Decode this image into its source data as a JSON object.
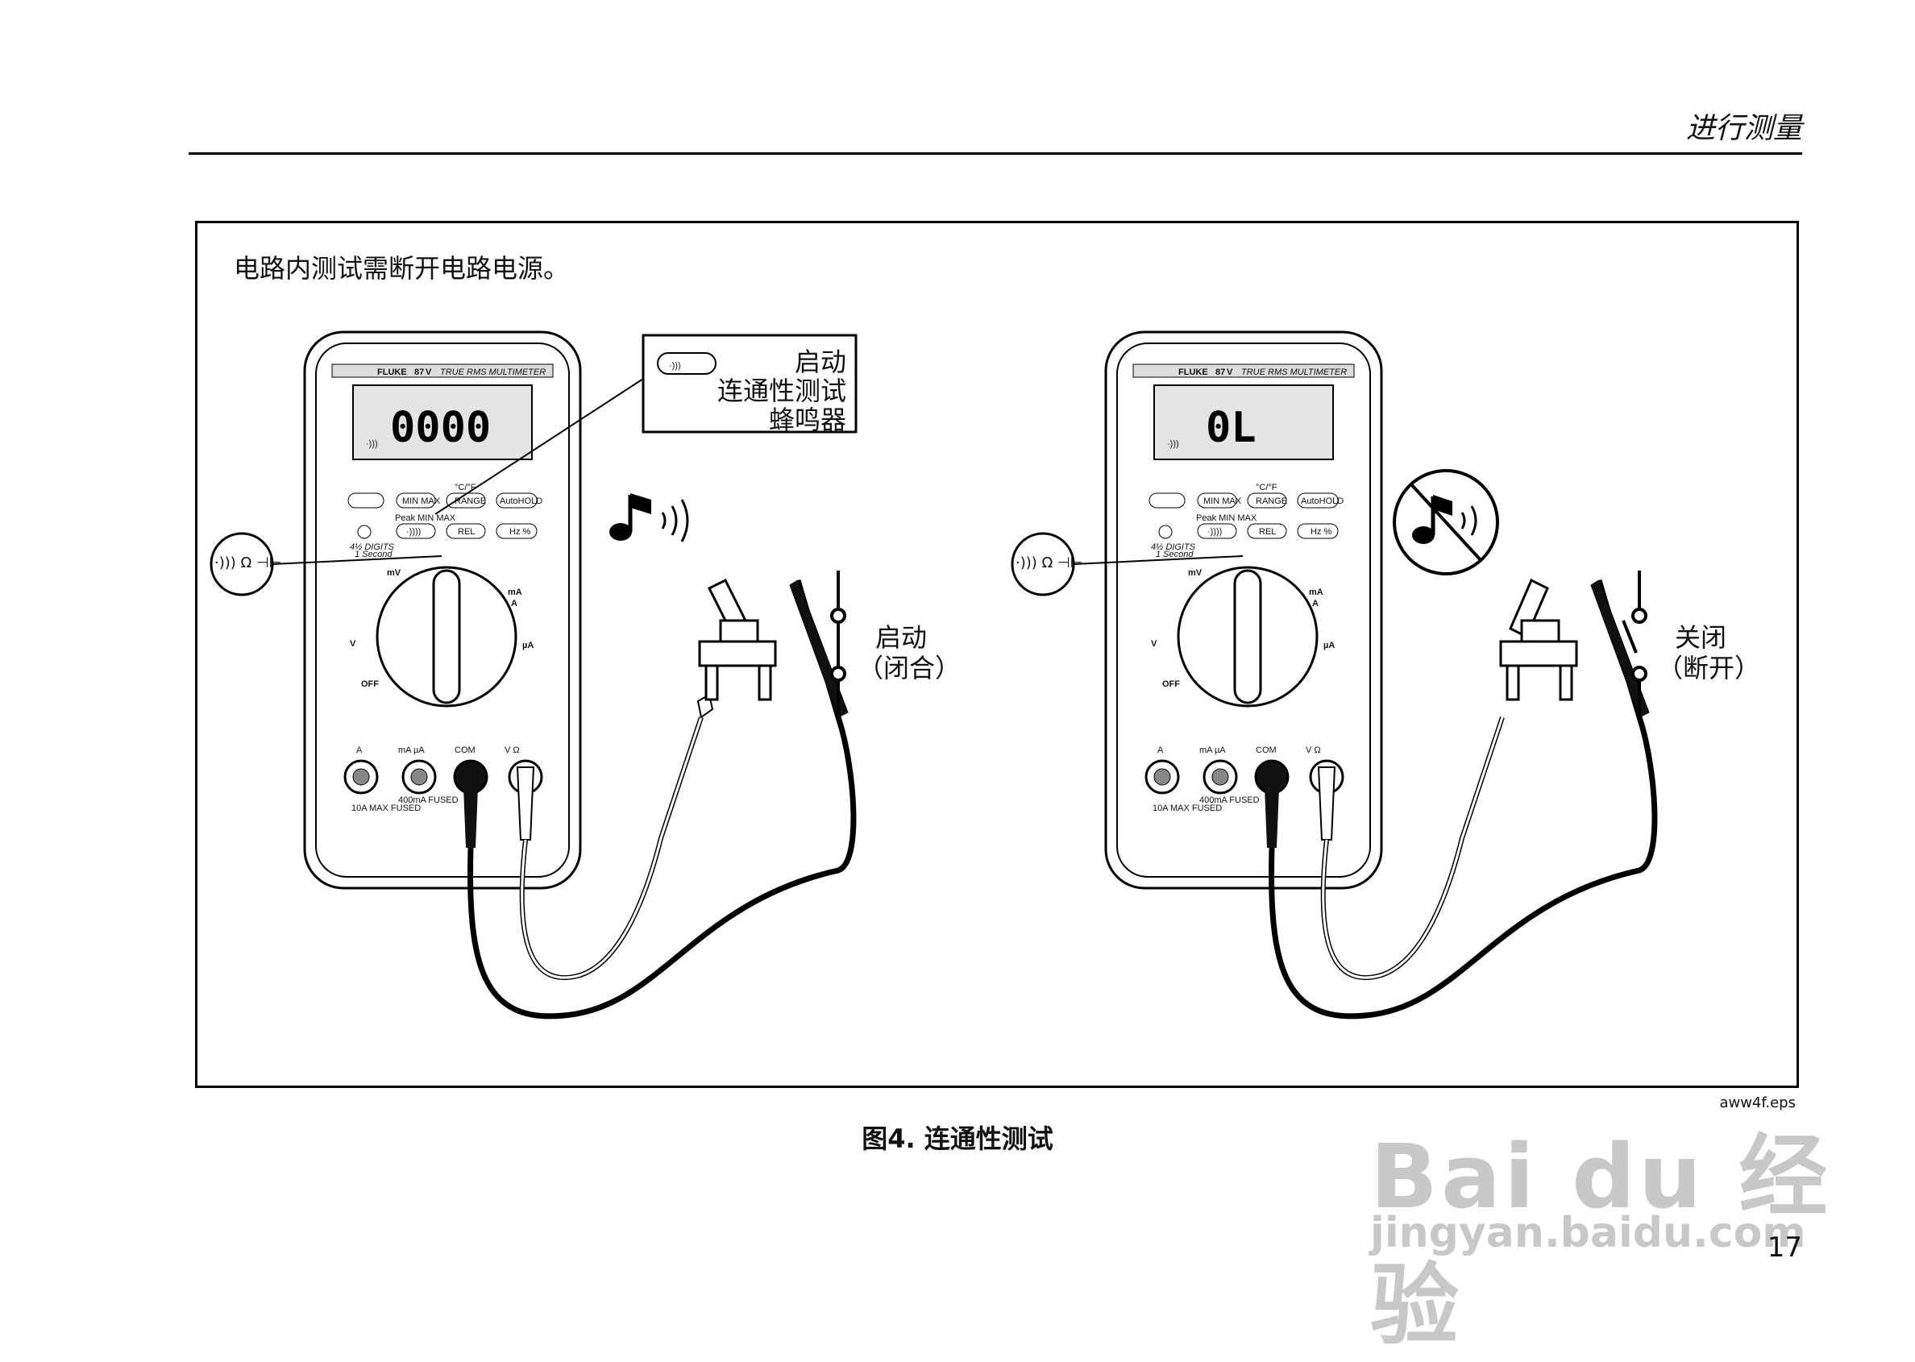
{
  "header": {
    "title": "进行测量"
  },
  "figure": {
    "warning_note": "电路内测试需断开电路电源。",
    "callout": {
      "line1": "启动",
      "line2": "连通性测试",
      "line3": "蜂鸣器",
      "key_symbol": "·)))"
    },
    "left_meter": {
      "brand": "FLUKE",
      "model": "87",
      "model_suffix": "V",
      "subtitle": "TRUE RMS MULTIMETER",
      "display": "0000",
      "beeper_symbol": "·)))",
      "btn_minmax": "MIN MAX",
      "btn_range": "RANGE",
      "btn_autohold": "AutoHOLD",
      "btn_rel": "REL",
      "btn_hz": "Hz %",
      "btn_beep": "·))))",
      "temp_unit": "°C/°F",
      "peak": "Peak MIN MAX",
      "digits": "4½ DIGITS",
      "second": "1 Second",
      "dial_mv": "mV",
      "dial_ma": "mA",
      "dial_a": "A",
      "dial_ua": "µA",
      "dial_v": "V",
      "dial_off": "OFF",
      "jack_a": "A",
      "jack_maua": "mA µA",
      "jack_com": "COM",
      "jack_vohm": "V Ω",
      "fuse1": "10A MAX FUSED",
      "fuse2": "400mA FUSED"
    },
    "right_meter": {
      "brand": "FLUKE",
      "model": "87",
      "model_suffix": "V",
      "subtitle": "TRUE RMS MULTIMETER",
      "display": "0L",
      "beeper_symbol": "·)))",
      "btn_minmax": "MIN MAX",
      "btn_range": "RANGE",
      "btn_autohold": "AutoHOLD",
      "btn_rel": "REL",
      "btn_hz": "Hz %",
      "btn_beep": "·))))",
      "temp_unit": "°C/°F",
      "peak": "Peak MIN MAX",
      "digits": "4½ DIGITS",
      "second": "1 Second",
      "dial_mv": "mV",
      "dial_ma": "mA",
      "dial_a": "A",
      "dial_ua": "µA",
      "dial_v": "V",
      "dial_off": "OFF",
      "jack_a": "A",
      "jack_maua": "mA µA",
      "jack_com": "COM",
      "jack_vohm": "V Ω",
      "fuse1": "10A MAX FUSED",
      "fuse2": "400mA FUSED"
    },
    "left_function_badge": "·))) Ω ⊣⊢",
    "right_function_badge": "·))) Ω ⊣⊢",
    "left_switch_label": {
      "line1": "启动",
      "line2": "（闭合）"
    },
    "right_switch_label": {
      "line1": "关闭",
      "line2": "（断开）"
    },
    "file_tag": "aww4f.eps"
  },
  "caption": "图4. 连通性测试",
  "page_number": "17",
  "watermark": {
    "brand": "Bai du 经验",
    "url": "jingyan.baidu.com"
  }
}
